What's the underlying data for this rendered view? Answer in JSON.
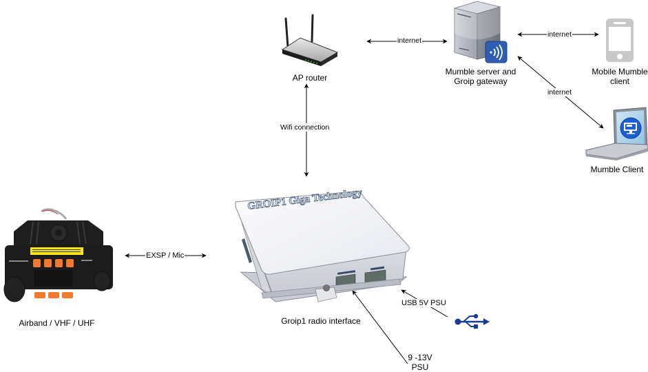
{
  "nodes": {
    "ap_router": {
      "label": "AP router"
    },
    "mumble_server": {
      "label_line1": "Mumble server and",
      "label_line2": "Groip gateway"
    },
    "mobile_client": {
      "label_line1": "Mobile Mumble",
      "label_line2": "client"
    },
    "mumble_client": {
      "label": "Mumble Client"
    },
    "radio": {
      "label": "Airband / VHF / UHF"
    },
    "groip_interface": {
      "label": "Groip1 radio interface",
      "case_text": "GROIP1 Giga Technology"
    },
    "psu_13v": {
      "label_line1": "9 -13V",
      "label_line2": "PSU"
    },
    "usb_psu": {
      "label": "USB 5V PSU"
    }
  },
  "edges": {
    "router_server": "internet",
    "server_mobile": "internet",
    "server_client": "internet",
    "router_interface": "Wifi connection",
    "radio_interface": "EXSP / Mic"
  },
  "colors": {
    "usb_blue": "#1a3c99",
    "server_badge_blue": "#2f5fb3",
    "phone_gray": "#c8c8c8",
    "radio_orange": "#f07a30",
    "radio_black": "#1e1e1e"
  }
}
